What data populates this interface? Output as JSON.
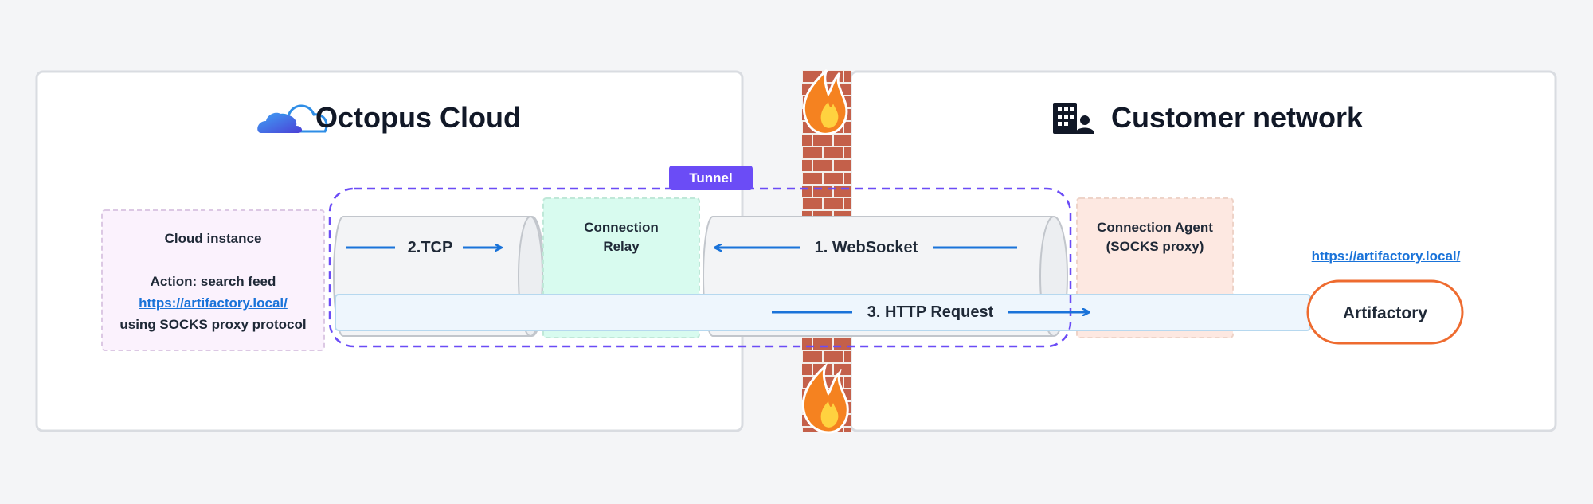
{
  "left_panel": {
    "title": "Octopus Cloud"
  },
  "right_panel": {
    "title": "Customer network"
  },
  "tunnel": {
    "label": "Tunnel"
  },
  "cloud_instance": {
    "title": "Cloud instance",
    "action": "Action: search feed",
    "url": "https://artifactory.local/",
    "protocol": "using SOCKS proxy protocol"
  },
  "relay": {
    "label": "Connection Relay"
  },
  "agent": {
    "label": "Connection Agent (SOCKS proxy)"
  },
  "flows": {
    "tcp": "2.TCP",
    "websocket": "1. WebSocket",
    "http": "3. HTTP Request"
  },
  "artifactory": {
    "label": "Artifactory",
    "url": "https://artifactory.local/"
  },
  "colors": {
    "tunnel": "#6b4cf6",
    "arrow": "#1a73d9",
    "artifactory_border": "#ee6b2f",
    "brick": "#c4604a"
  },
  "icons": [
    "cloud-icon",
    "building-person-icon",
    "fire-icon"
  ]
}
